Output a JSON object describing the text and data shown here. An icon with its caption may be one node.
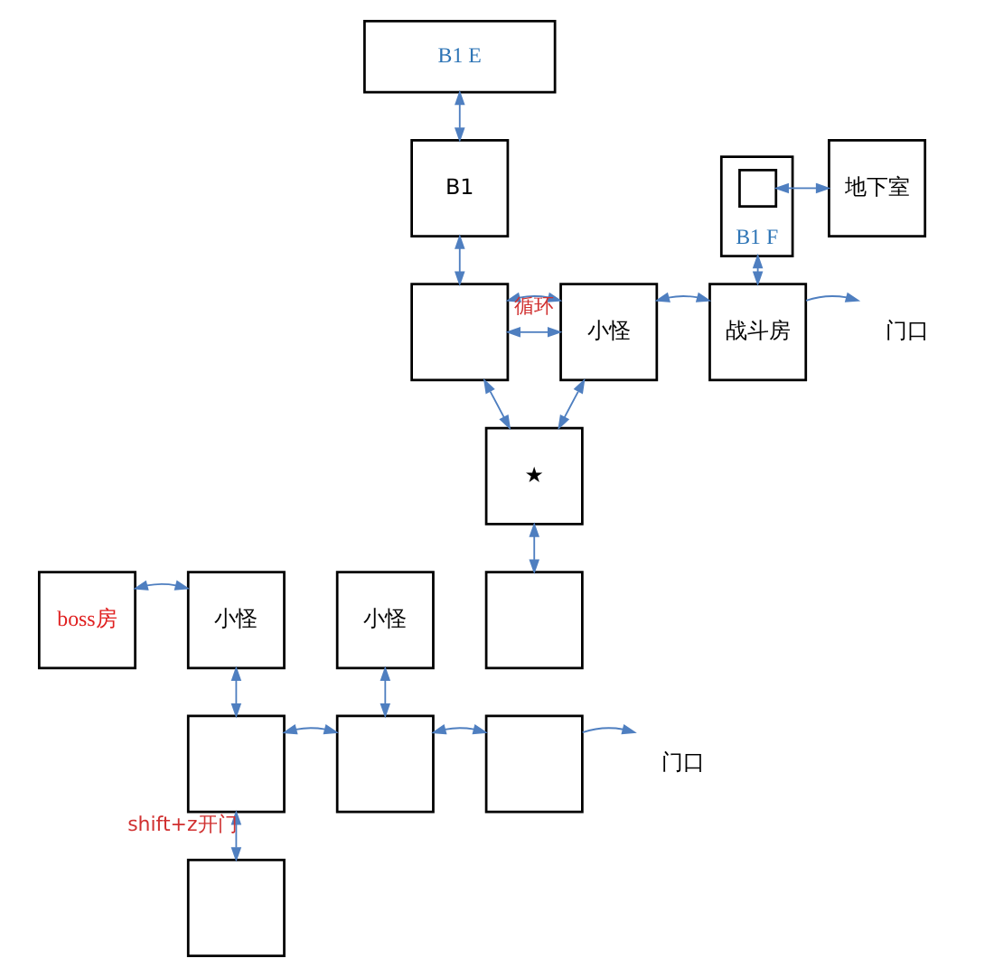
{
  "diagram": {
    "nodes": [
      {
        "text": [
          "B1 E"
        ]
      },
      {
        "text": [
          "B1"
        ]
      },
      {
        "text": [
          "B1 F"
        ]
      },
      {
        "text": [],
        "shape": "box",
        "in": 2
      },
      {
        "text": [
          "地下室"
        ]
      },
      {
        "text": [],
        "shape": "box"
      },
      {
        "text": [
          "小怪"
        ]
      },
      {
        "text": [
          "战斗房"
        ]
      },
      {
        "text": [
          "门口"
        ]
      },
      {
        "text": [
          "★"
        ]
      },
      {
        "text": [
          "boss房"
        ]
      },
      {
        "text": [
          "小怪"
        ]
      },
      {
        "text": [
          "小怪"
        ]
      },
      {
        "text": [],
        "shape": "box"
      },
      {
        "text": [],
        "shape": "box"
      },
      {
        "text": [],
        "shape": "box"
      },
      {
        "text": [],
        "shape": "box"
      },
      {
        "text": [
          "门口"
        ]
      },
      {
        "text": [],
        "shape": "box"
      }
    ],
    "edges": [
      {
        "from": 0,
        "to": 1,
        "arrow": "both"
      },
      {
        "from": 1,
        "to": 5,
        "arrow": "both"
      },
      {
        "from": 3,
        "to": 4,
        "arrow": "both"
      },
      {
        "from": 2,
        "to": 7,
        "arrow": "both"
      },
      {
        "from": 5,
        "to": 6,
        "arrow": "both"
      },
      {
        "from": 6,
        "to": 7,
        "arrow": "both"
      },
      {
        "from": 7,
        "to": 8,
        "arrow": "to"
      },
      {
        "from": 6,
        "to": 5,
        "arrow": "both",
        "label": "循环"
      },
      {
        "from": 9,
        "to": 5,
        "arrow": "both"
      },
      {
        "from": 6,
        "to": 9,
        "arrow": "both"
      },
      {
        "from": 9,
        "to": 13,
        "arrow": "both"
      },
      {
        "from": 10,
        "to": 11,
        "arrow": "both"
      },
      {
        "from": 11,
        "to": 14,
        "arrow": "both"
      },
      {
        "from": 12,
        "to": 15,
        "arrow": "both"
      },
      {
        "from": 14,
        "to": 15,
        "arrow": "both"
      },
      {
        "from": 15,
        "to": 16,
        "arrow": "both"
      },
      {
        "from": 16,
        "to": 17,
        "arrow": "to"
      },
      {
        "from": 14,
        "to": 18,
        "arrow": "both",
        "label": "shift+z开门"
      }
    ]
  }
}
